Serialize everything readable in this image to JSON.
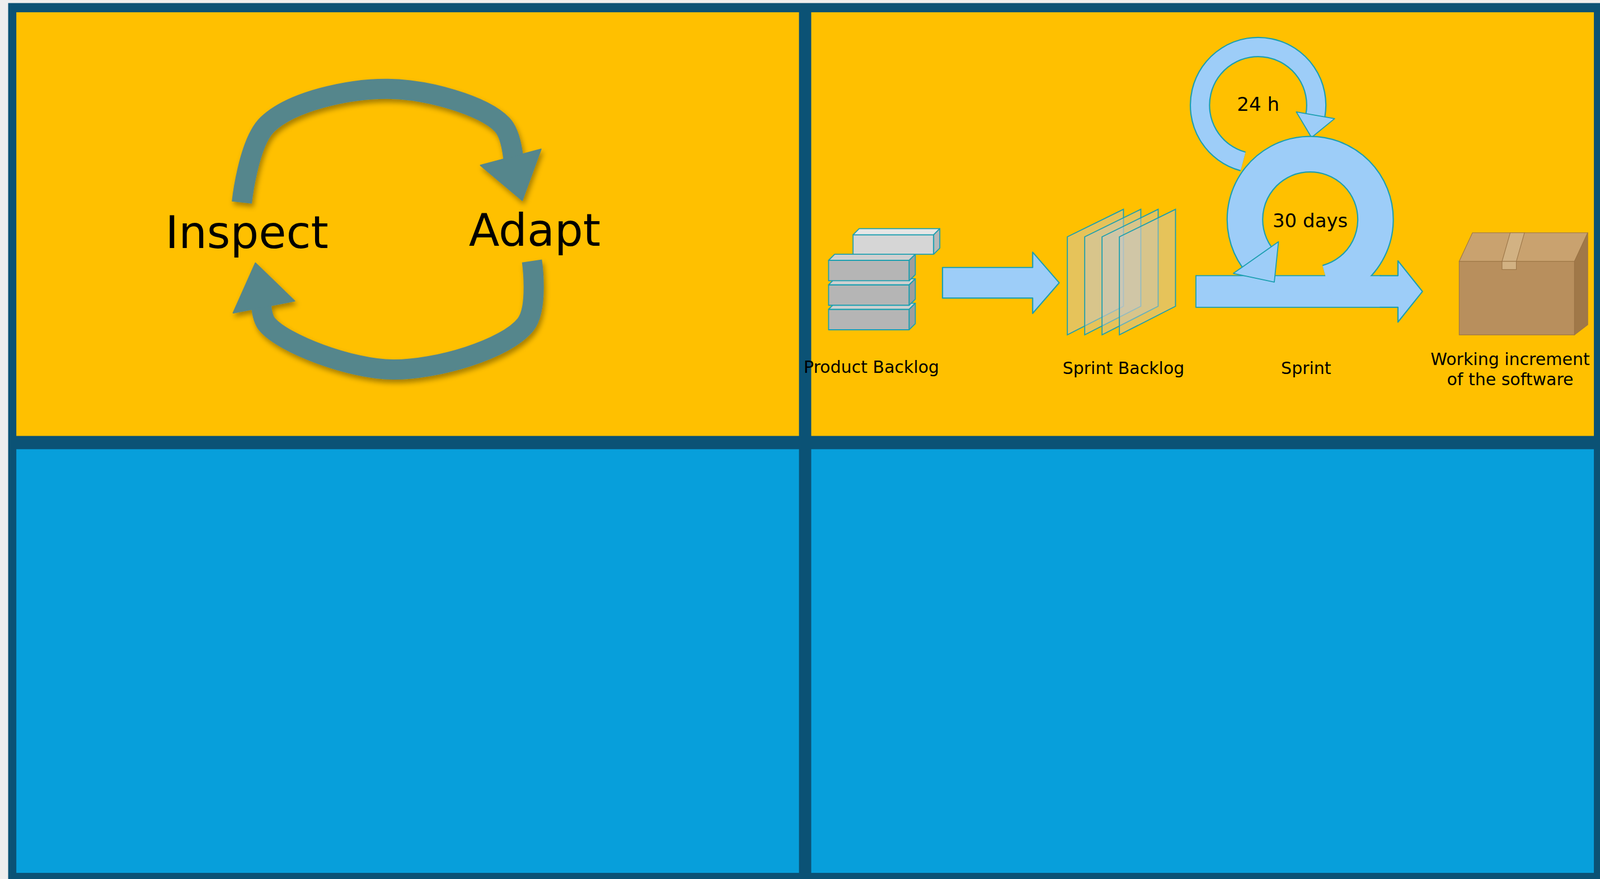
{
  "diagram": {
    "nodes": [
      {
        "text": [
          "Inspect"
        ]
      },
      {
        "text": [
          "Adapt"
        ]
      },
      {
        "text": [
          "Product Backlog"
        ]
      },
      {
        "text": [
          "Sprint Backlog"
        ]
      },
      {
        "text": [
          "30 days",
          "Sprint"
        ]
      },
      {
        "text": [
          "24 h"
        ]
      },
      {
        "text": [
          "Working increment of the software"
        ]
      }
    ],
    "edges": [
      {
        "from": 0,
        "to": 1,
        "arrow": "to"
      },
      {
        "from": 1,
        "to": 0,
        "arrow": "to"
      },
      {
        "from": 2,
        "to": 3,
        "arrow": "to"
      },
      {
        "from": 4,
        "to": 6,
        "arrow": "to"
      }
    ]
  }
}
